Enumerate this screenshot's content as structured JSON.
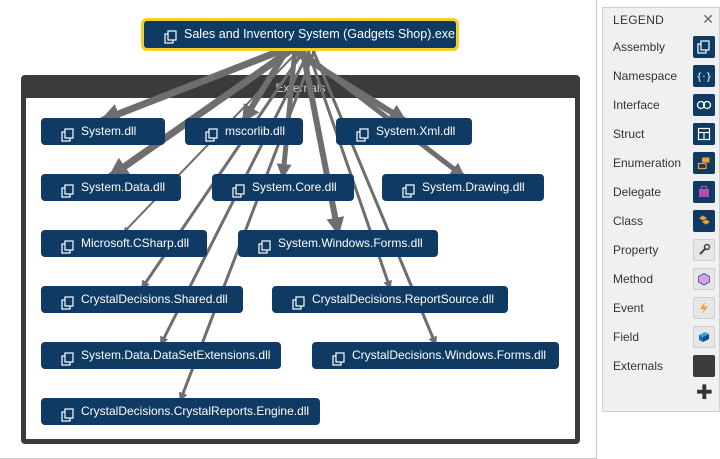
{
  "root": {
    "label": "Sales and Inventory System (Gadgets Shop).exe"
  },
  "group": {
    "title": "Externals"
  },
  "nodes": [
    {
      "id": "system",
      "label": "System.dll"
    },
    {
      "id": "mscorlib",
      "label": "mscorlib.dll"
    },
    {
      "id": "system-xml",
      "label": "System.Xml.dll"
    },
    {
      "id": "system-data",
      "label": "System.Data.dll"
    },
    {
      "id": "system-core",
      "label": "System.Core.dll"
    },
    {
      "id": "system-drawing",
      "label": "System.Drawing.dll"
    },
    {
      "id": "microsoft-csharp",
      "label": "Microsoft.CSharp.dll"
    },
    {
      "id": "system-windows-forms",
      "label": "System.Windows.Forms.dll"
    },
    {
      "id": "crystal-shared",
      "label": "CrystalDecisions.Shared.dll"
    },
    {
      "id": "crystal-reportsource",
      "label": "CrystalDecisions.ReportSource.dll"
    },
    {
      "id": "system-data-datasetextensions",
      "label": "System.Data.DataSetExtensions.dll"
    },
    {
      "id": "crystal-windows-forms",
      "label": "CrystalDecisions.Windows.Forms.dll"
    },
    {
      "id": "crystal-reports-engine",
      "label": "CrystalDecisions.CrystalReports.Engine.dll"
    }
  ],
  "legend": {
    "title": "LEGEND",
    "close": "✕",
    "add": "✚",
    "items": [
      {
        "label": "Assembly",
        "icon": "assembly-icon"
      },
      {
        "label": "Namespace",
        "icon": "namespace-icon"
      },
      {
        "label": "Interface",
        "icon": "interface-icon"
      },
      {
        "label": "Struct",
        "icon": "struct-icon"
      },
      {
        "label": "Enumeration",
        "icon": "enumeration-icon"
      },
      {
        "label": "Delegate",
        "icon": "delegate-icon"
      },
      {
        "label": "Class",
        "icon": "class-icon"
      },
      {
        "label": "Property",
        "icon": "property-icon"
      },
      {
        "label": "Method",
        "icon": "method-icon"
      },
      {
        "label": "Event",
        "icon": "event-icon"
      },
      {
        "label": "Field",
        "icon": "field-icon"
      },
      {
        "label": "Externals",
        "icon": "externals-swatch"
      }
    ]
  },
  "colors": {
    "node": "#0e3a63",
    "root_border": "#f3cf2a",
    "edge": "#6e6e6e",
    "group": "#3b3b3b"
  }
}
